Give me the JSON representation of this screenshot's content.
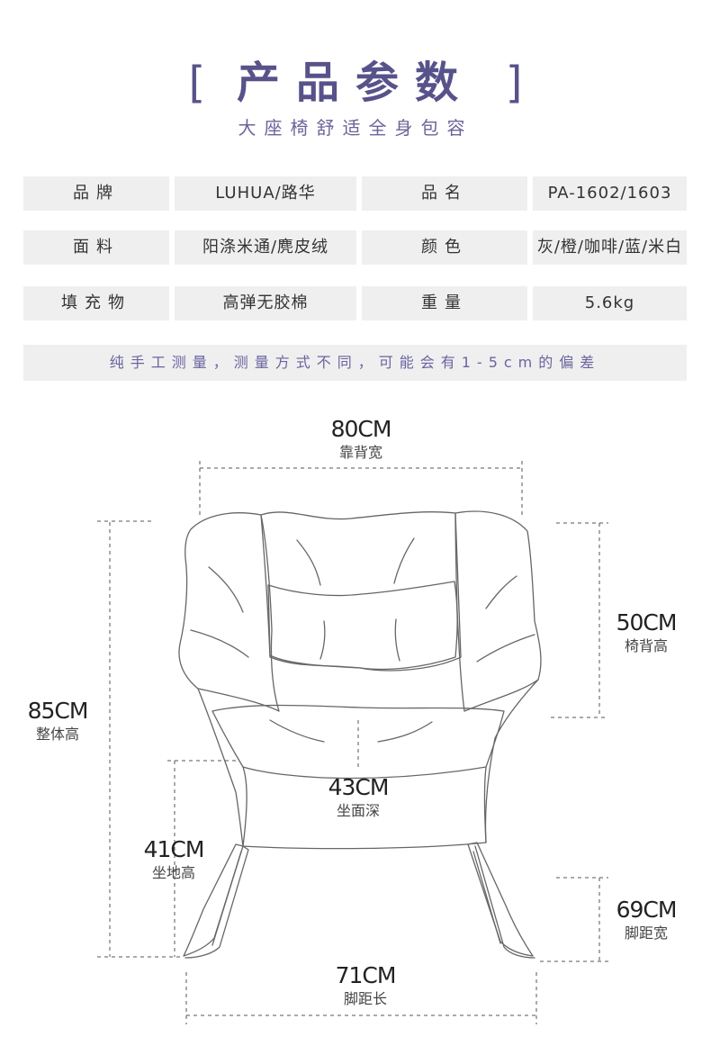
{
  "header": {
    "title_open": "[",
    "title": "产品参数",
    "title_close": "]",
    "subtitle": "大座椅舒适全身包容"
  },
  "specs": [
    {
      "label1": "品牌",
      "value1": "LUHUA/路华",
      "label2": "品名",
      "value2": "PA-1602/1603"
    },
    {
      "label1": "面料",
      "value1": "阳涤米通/麂皮绒",
      "label2": "颜色",
      "value2": "灰/橙/咖啡/蓝/米白"
    },
    {
      "label1": "填充物",
      "value1": "高弹无胶棉",
      "label2": "重量",
      "value2": "5.6kg"
    }
  ],
  "note": "纯手工测量，测量方式不同，可能会有1-5cm的偏差",
  "dimensions": {
    "back_width": {
      "value": "80CM",
      "label": "靠背宽"
    },
    "back_height": {
      "value": "50CM",
      "label": "椅背高"
    },
    "total_height": {
      "value": "85CM",
      "label": "整体高"
    },
    "seat_depth": {
      "value": "43CM",
      "label": "坐面深"
    },
    "seat_height": {
      "value": "41CM",
      "label": "坐地高"
    },
    "foot_width": {
      "value": "69CM",
      "label": "脚距宽"
    },
    "foot_length": {
      "value": "71CM",
      "label": "脚距长"
    }
  },
  "colors": {
    "accent": "#57528a",
    "note_text": "#6a64a0",
    "cell_bg": "#efefef"
  }
}
